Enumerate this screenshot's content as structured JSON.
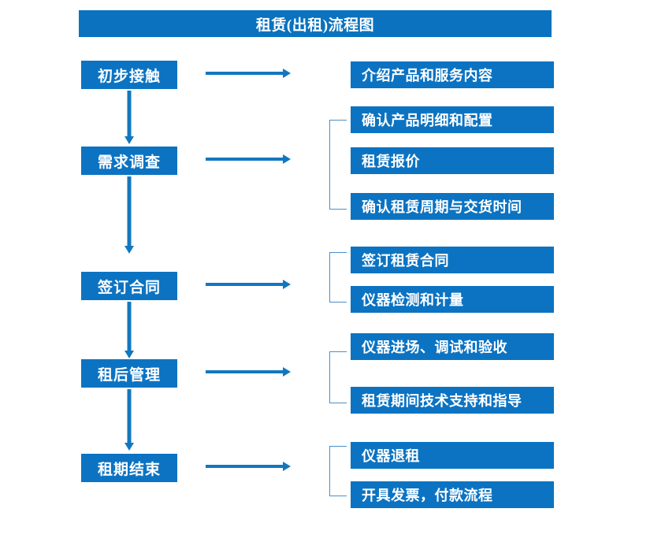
{
  "chart_title": "租赁(出租)流程图",
  "colors": {
    "box_blue": "#0C73C2",
    "title_blue": "#0A72BE",
    "arrow_blue": "#1277BF",
    "bracket_blue": "#4A8FC8",
    "box_text": "#FFFFFF",
    "background": "#FFFFFF"
  },
  "stages": [
    {
      "label": "初步接触",
      "arrow_icon": "right-arrow-icon",
      "details": [
        "介绍产品和服务内容"
      ],
      "has_bracket": false
    },
    {
      "label": "需求调查",
      "arrow_icon": "right-arrow-icon",
      "details": [
        "确认产品明细和配置",
        "租赁报价",
        "确认租赁周期与交货时间"
      ],
      "has_bracket": true
    },
    {
      "label": "签订合同",
      "arrow_icon": "right-arrow-icon",
      "details": [
        "签订租赁合同",
        "仪器检测和计量"
      ],
      "has_bracket": true
    },
    {
      "label": "租后管理",
      "arrow_icon": "right-arrow-icon",
      "details": [
        "仪器进场、调试和验收",
        "租赁期间技术支持和指导"
      ],
      "has_bracket": true
    },
    {
      "label": "租期结束",
      "arrow_icon": "right-arrow-icon",
      "details": [
        "仪器退租",
        "开具发票，付款流程"
      ],
      "has_bracket": true
    }
  ],
  "flow_connectors": [
    {
      "icon": "down-arrow-icon",
      "from": "初步接触",
      "to": "需求调查"
    },
    {
      "icon": "down-arrow-icon",
      "from": "需求调查",
      "to": "签订合同"
    },
    {
      "icon": "down-arrow-icon",
      "from": "签订合同",
      "to": "租后管理"
    },
    {
      "icon": "down-arrow-icon",
      "from": "租后管理",
      "to": "租期结束"
    }
  ]
}
